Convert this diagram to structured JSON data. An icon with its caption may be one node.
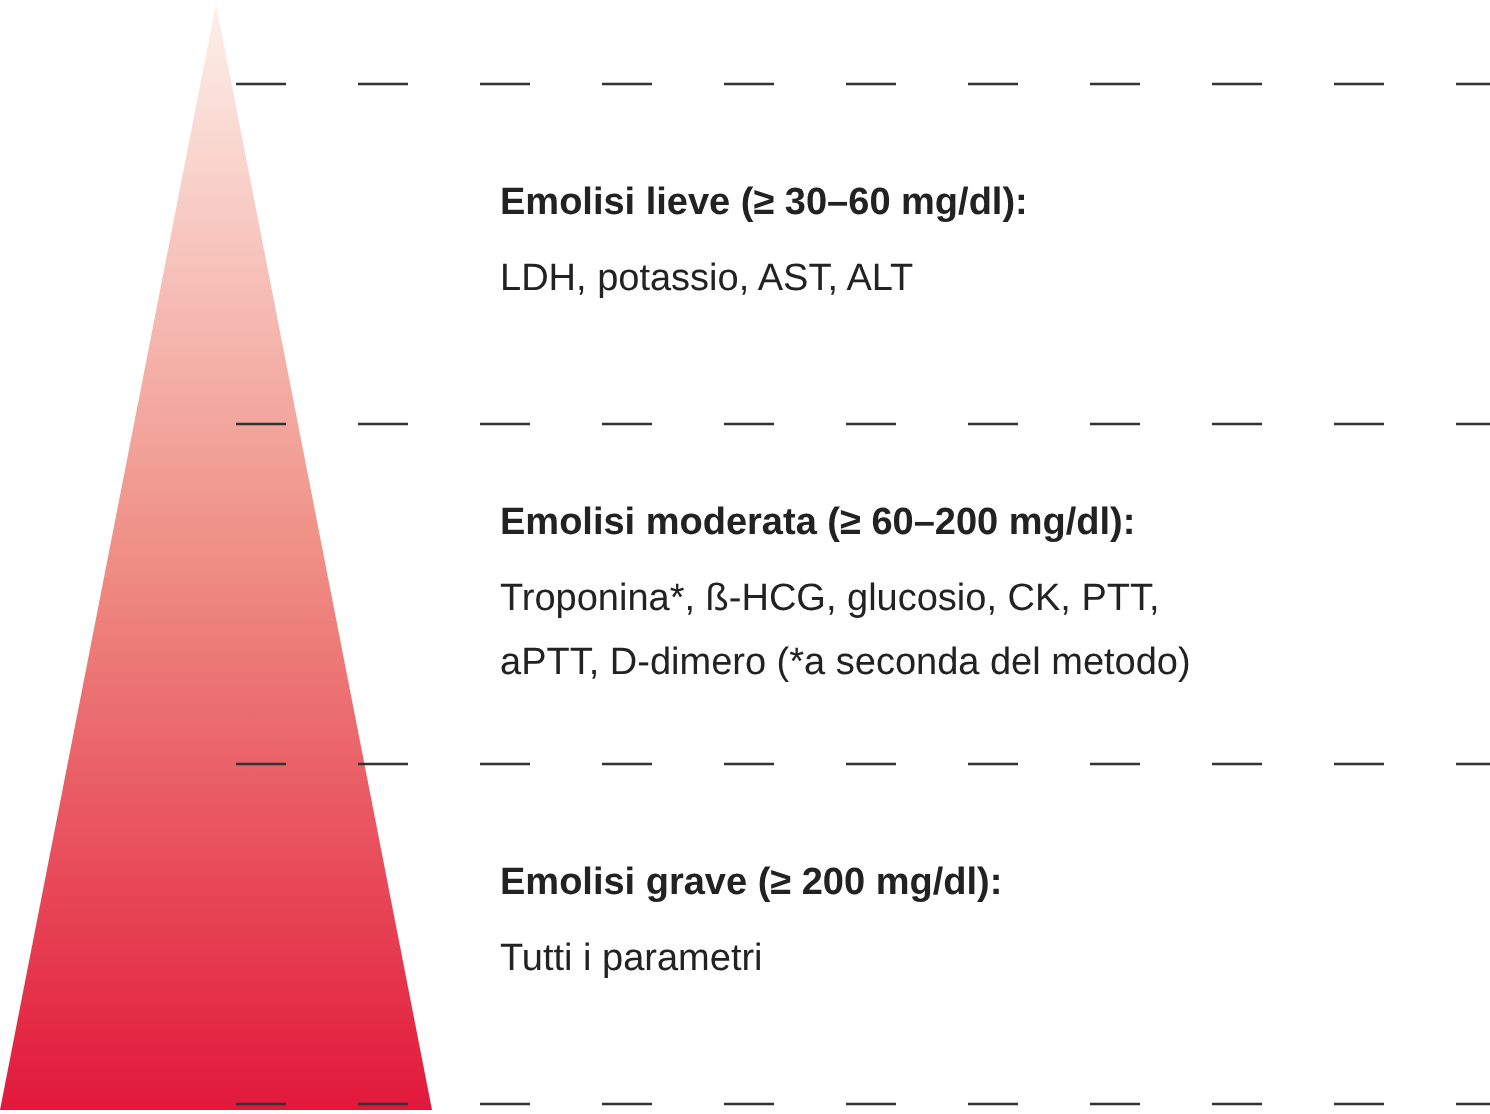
{
  "diagram": {
    "nodes": [
      {
        "text": [],
        "shape": "triangle"
      }
    ],
    "labels": [
      "Emolisi lieve (≥ 30–60 mg/dl):",
      "LDH, potassio, AST, ALT",
      "Emolisi moderata (≥ 60–200 mg/dl):",
      "Troponina*, ß-HCG, glucosio, CK, PTT, aPTT, D-dimero (*a seconda del metodo)",
      "Emolisi grave (≥ 200 mg/dl):",
      "Tutti i parametri"
    ]
  }
}
